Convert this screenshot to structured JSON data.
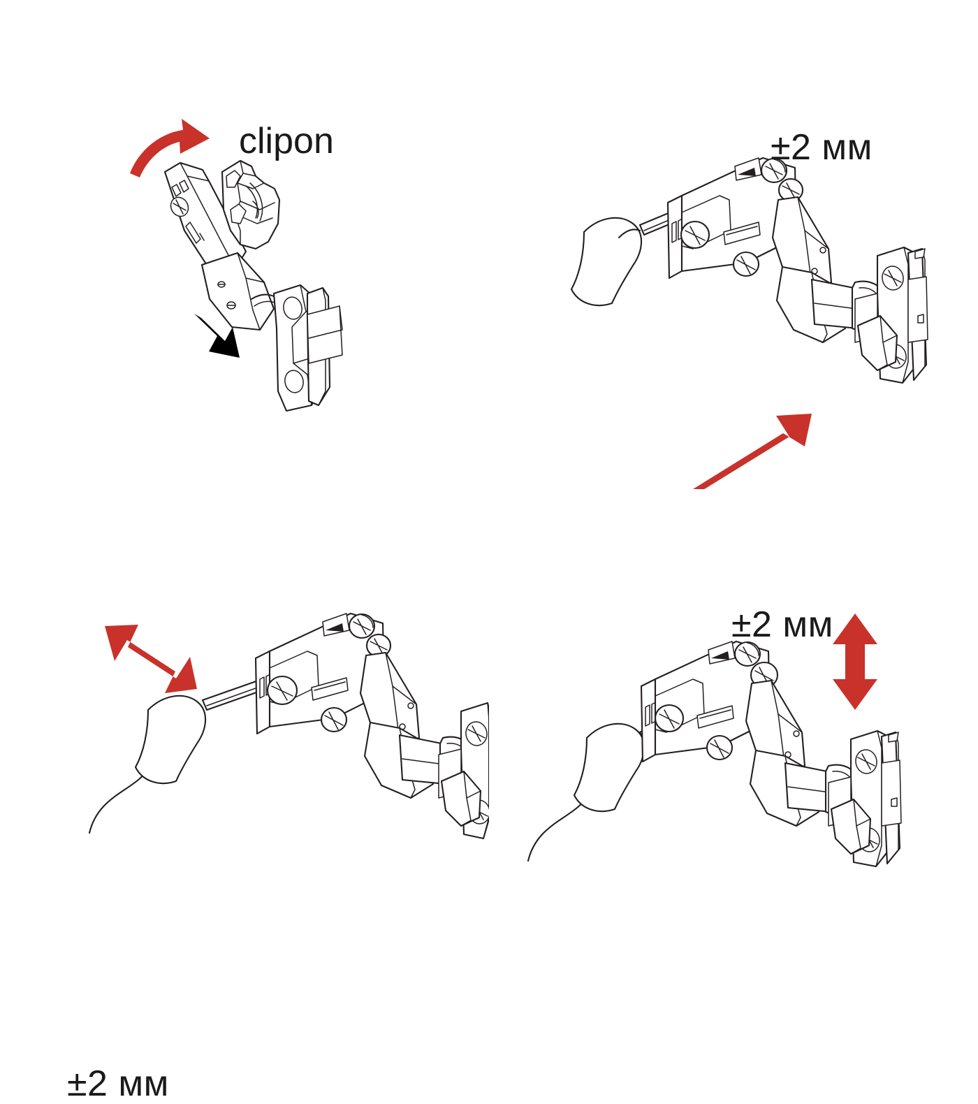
{
  "document": {
    "type": "technical-instruction-diagram",
    "subject": "furniture cabinet hinge mounting and adjustment",
    "background_color": "#ffffff",
    "line_color": "#231f20",
    "accent_color": "#c8322a",
    "arrow_black_color": "#000000",
    "panel_count": 4,
    "grid": "2x2"
  },
  "panels": [
    {
      "id": "clipon",
      "position": "top-left",
      "label": "clipon",
      "label_color": "#1a1a1a",
      "arrows": [
        {
          "name": "clip-on-curved-arrow",
          "style": "curved-single-head",
          "color": "#c8322a",
          "direction": "up-right"
        },
        {
          "name": "push-on-arrow",
          "style": "straight-single-head",
          "color": "#000000",
          "direction": "up-left"
        }
      ],
      "parts": [
        "hinge-arm",
        "mounting-plate",
        "hinge-cup",
        "door-plate"
      ]
    },
    {
      "id": "depth-adjust",
      "position": "top-right",
      "label": "±2 мм",
      "label_color": "#1a1a1a",
      "arrows": [
        {
          "name": "depth-adjust-arrow",
          "style": "double-head",
          "color": "#c8322a",
          "direction": "diagonal-up-right-down-left"
        }
      ],
      "parts": [
        "mounting-plate",
        "hinge-arm",
        "door-plate",
        "screwdriver",
        "hand"
      ]
    },
    {
      "id": "side-adjust",
      "position": "bottom-left",
      "label": "±2 мм",
      "label_color": "#1a1a1a",
      "arrows": [
        {
          "name": "side-adjust-arrow",
          "style": "double-head",
          "color": "#c8322a",
          "direction": "diagonal-up-left-down-right"
        }
      ],
      "parts": [
        "mounting-plate",
        "hinge-arm",
        "door-plate",
        "screwdriver",
        "hand"
      ]
    },
    {
      "id": "height-adjust",
      "position": "bottom-right",
      "label": "±2 мм",
      "label_color": "#1a1a1a",
      "arrows": [
        {
          "name": "height-adjust-arrow",
          "style": "double-head",
          "color": "#c8322a",
          "direction": "vertical-up-down"
        }
      ],
      "parts": [
        "mounting-plate",
        "hinge-arm",
        "door-plate",
        "screwdriver",
        "hand"
      ]
    }
  ],
  "labels": {
    "clipon": "clipon",
    "tolerance_depth": "±2 мм",
    "tolerance_side": "±2 мм",
    "tolerance_height": "±2 мм"
  }
}
